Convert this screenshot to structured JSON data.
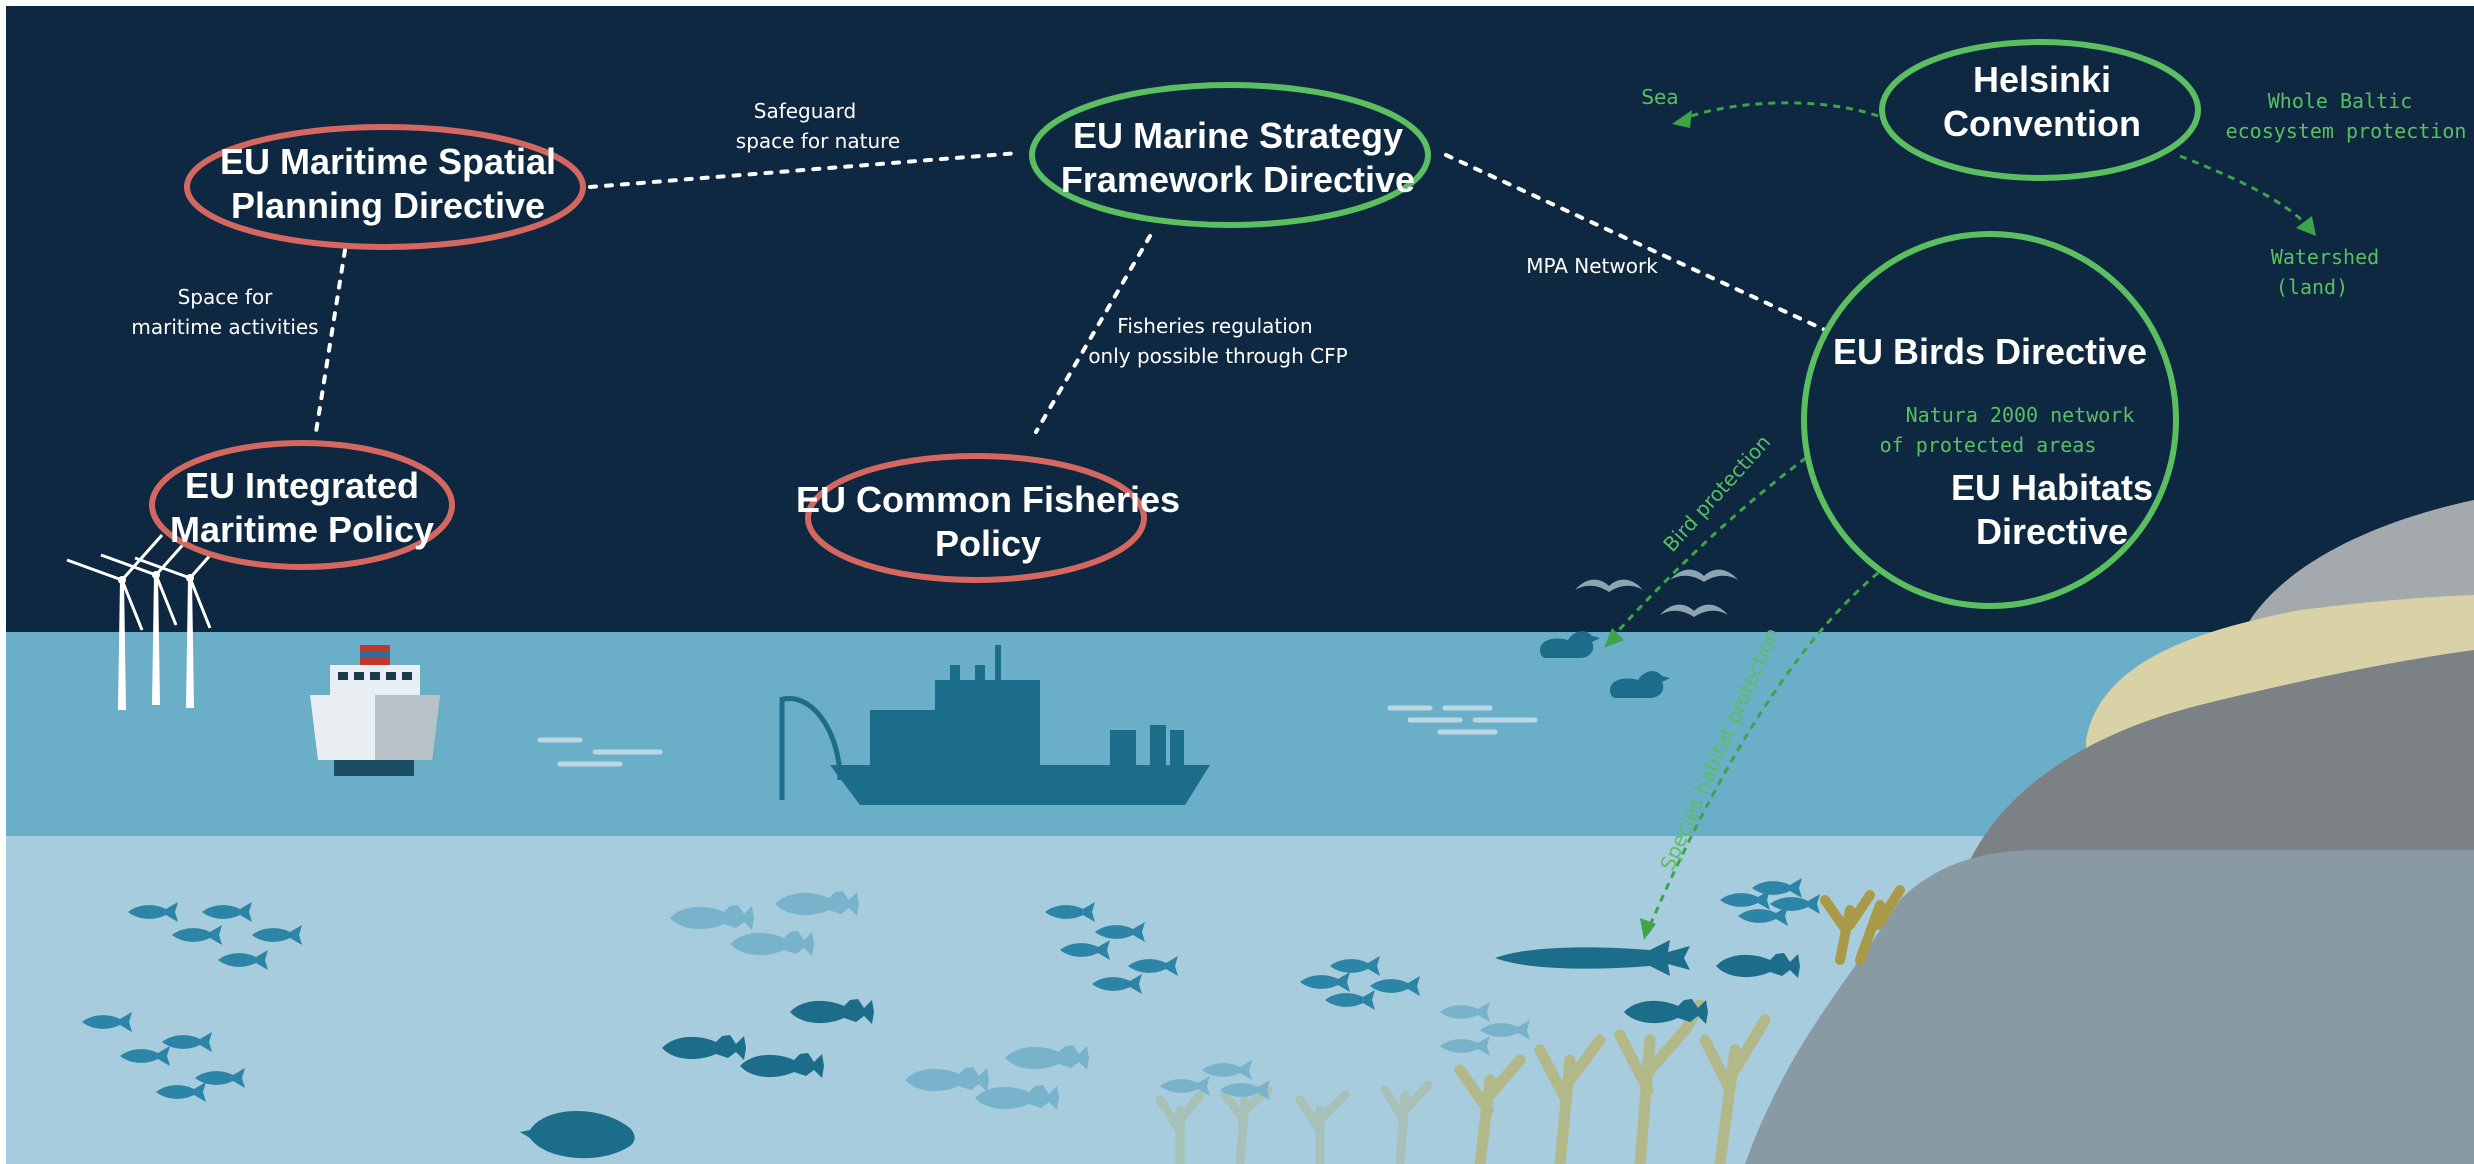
{
  "colors": {
    "sky": "#0d2840",
    "sea_surface": "#6aaec7",
    "sea_deep": "#a6ccdd",
    "red_outline": "#d4675f",
    "green_outline": "#5bbf62",
    "green_text": "#5bbf62",
    "dark_teal": "#1b6d8a",
    "mid_teal": "#3a8fae",
    "light_teal": "#79b3cb",
    "rock_light": "#a3a9ad",
    "rock_dark": "#7c8185",
    "rock_back": "#8a9aa4",
    "sand": "#d8d2a6"
  },
  "nodes": {
    "msp": {
      "line1": "EU Maritime Spatial",
      "line2": "Planning Directive"
    },
    "imp": {
      "line1": "EU Integrated",
      "line2": "Maritime Policy"
    },
    "cfp": {
      "line1": "EU Common Fisheries",
      "line2": "Policy"
    },
    "msfd": {
      "line1": "EU Marine Strategy",
      "line2": "Framework Directive"
    },
    "helsinki": {
      "line1": "Helsinki",
      "line2": "Convention"
    },
    "birds": {
      "label": "EU Birds Directive"
    },
    "habitats": {
      "line1": "EU Habitats",
      "line2": "Directive"
    }
  },
  "edges": {
    "safeguard": {
      "line1": "Safeguard",
      "line2": "space for nature"
    },
    "space_maritime": {
      "line1": "Space for",
      "line2": "maritime activities"
    },
    "fisheries": {
      "line1": "Fisheries regulation",
      "line2": "only possible through CFP"
    },
    "mpa": {
      "label": "MPA Network"
    }
  },
  "green_labels": {
    "sea": "Sea",
    "whole_baltic": {
      "line1": "Whole Baltic",
      "line2": "ecosystem protection"
    },
    "watershed": {
      "line1": "Watershed",
      "line2": "(land)"
    },
    "natura": {
      "line1": "Natura 2000 network",
      "line2": "of protected areas"
    },
    "bird_protection": "Bird protection",
    "species_habitat": "Species habitat protection"
  },
  "icons": {
    "wind_turbines": "wind-turbine-icon",
    "cargo_ship": "cargo-ship-icon",
    "fishing_trawler": "fishing-trawler-icon",
    "ducks": "duck-icon",
    "gulls": "gull-icon",
    "fish": "fish-icon",
    "flatfish": "flatfish-icon",
    "pike": "pike-icon",
    "seaweed": "seaweed-icon",
    "rocks": "rock-icon"
  }
}
